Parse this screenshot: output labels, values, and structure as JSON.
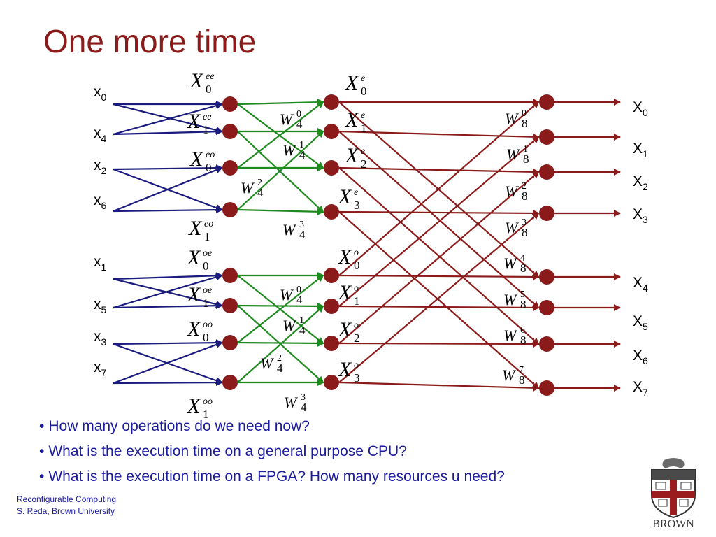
{
  "title": "One more time",
  "inputs": [
    {
      "base": "x",
      "sub": "0"
    },
    {
      "base": "x",
      "sub": "4"
    },
    {
      "base": "x",
      "sub": "2"
    },
    {
      "base": "x",
      "sub": "6"
    },
    {
      "base": "x",
      "sub": "1"
    },
    {
      "base": "x",
      "sub": "5"
    },
    {
      "base": "x",
      "sub": "3"
    },
    {
      "base": "x",
      "sub": "7"
    }
  ],
  "outputs": [
    {
      "base": "X",
      "sub": "0"
    },
    {
      "base": "X",
      "sub": "1"
    },
    {
      "base": "X",
      "sub": "2"
    },
    {
      "base": "X",
      "sub": "3"
    },
    {
      "base": "X",
      "sub": "4"
    },
    {
      "base": "X",
      "sub": "5"
    },
    {
      "base": "X",
      "sub": "6"
    },
    {
      "base": "X",
      "sub": "7"
    }
  ],
  "stage1_labels": [
    {
      "base": "X",
      "sub": "0",
      "sup": "ee"
    },
    {
      "base": "X",
      "sub": "1",
      "sup": "ee"
    },
    {
      "base": "X",
      "sub": "0",
      "sup": "eo"
    },
    {
      "base": "X",
      "sub": "1",
      "sup": "eo"
    },
    {
      "base": "X",
      "sub": "0",
      "sup": "oe"
    },
    {
      "base": "X",
      "sub": "1",
      "sup": "oe"
    },
    {
      "base": "X",
      "sub": "0",
      "sup": "oo"
    },
    {
      "base": "X",
      "sub": "1",
      "sup": "oo"
    }
  ],
  "stage2_labels": [
    {
      "base": "X",
      "sub": "0",
      "sup": "e"
    },
    {
      "base": "X",
      "sub": "1",
      "sup": "e"
    },
    {
      "base": "X",
      "sub": "2",
      "sup": "e"
    },
    {
      "base": "X",
      "sub": "3",
      "sup": "e"
    },
    {
      "base": "X",
      "sub": "0",
      "sup": "o"
    },
    {
      "base": "X",
      "sub": "1",
      "sup": "o"
    },
    {
      "base": "X",
      "sub": "2",
      "sup": "o"
    },
    {
      "base": "X",
      "sub": "3",
      "sup": "o"
    }
  ],
  "twiddle4": [
    {
      "base": "W",
      "sub": "4",
      "sup": "0"
    },
    {
      "base": "W",
      "sub": "4",
      "sup": "1"
    },
    {
      "base": "W",
      "sub": "4",
      "sup": "2"
    },
    {
      "base": "W",
      "sub": "4",
      "sup": "3"
    },
    {
      "base": "W",
      "sub": "4",
      "sup": "0"
    },
    {
      "base": "W",
      "sub": "4",
      "sup": "1"
    },
    {
      "base": "W",
      "sub": "4",
      "sup": "2"
    },
    {
      "base": "W",
      "sub": "4",
      "sup": "3"
    }
  ],
  "twiddle8": [
    {
      "base": "W",
      "sub": "8",
      "sup": "0"
    },
    {
      "base": "W",
      "sub": "8",
      "sup": "1"
    },
    {
      "base": "W",
      "sub": "8",
      "sup": "2"
    },
    {
      "base": "W",
      "sub": "8",
      "sup": "3"
    },
    {
      "base": "W",
      "sub": "8",
      "sup": "4"
    },
    {
      "base": "W",
      "sub": "8",
      "sup": "5"
    },
    {
      "base": "W",
      "sub": "8",
      "sup": "6"
    },
    {
      "base": "W",
      "sub": "8",
      "sup": "7"
    }
  ],
  "colors": {
    "title": "#8b1a1a",
    "node": "#8b1a1a",
    "stage1_edges": "#1b1b7e",
    "stage2_edges": "#1f8a1f",
    "stage3_edges": "#8b1a1a",
    "text_blue": "#1b1b9e"
  },
  "bullets": [
    "How many operations do we need now?",
    "What is the execution time on a general purpose CPU?",
    "What is the execution time on a FPGA? How many resources u need?"
  ],
  "footer": {
    "line1": "Reconfigurable Computing",
    "line2": "S. Reda, Brown University"
  },
  "logo": {
    "wordmark": "BROWN",
    "icon": "brown-university-shield-icon"
  }
}
